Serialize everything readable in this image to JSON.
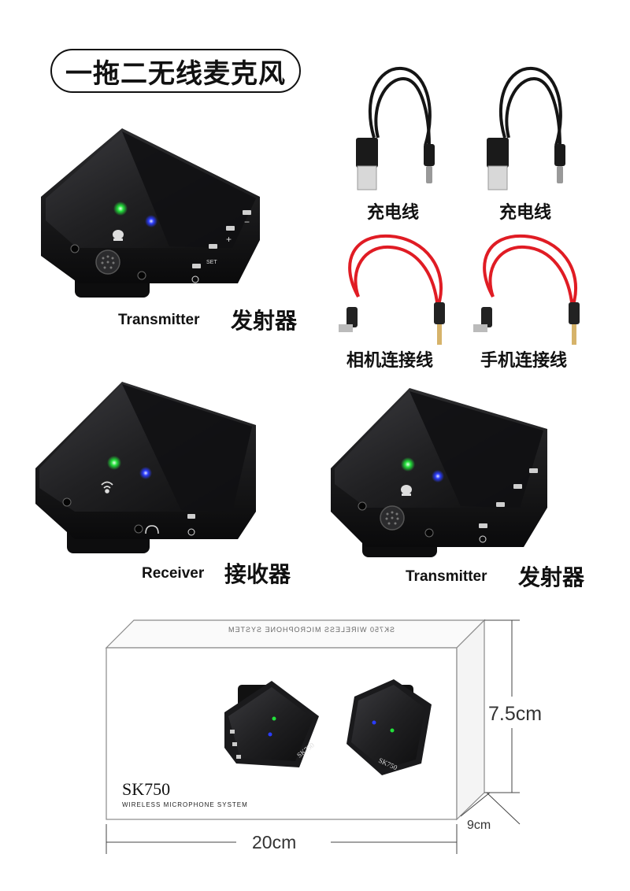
{
  "title": "一拖二无线麦克风",
  "devices": {
    "tx1": {
      "label_en": "Transmitter",
      "label_cn": "发射器"
    },
    "rx": {
      "label_en": "Receiver",
      "label_cn": "接收器"
    },
    "tx2": {
      "label_en": "Transmitter",
      "label_cn": "发射器"
    }
  },
  "accessories": [
    {
      "label": "充电线"
    },
    {
      "label": "充电线"
    },
    {
      "label": "相机连接线"
    },
    {
      "label": "手机连接线"
    }
  ],
  "device_buttons": {
    "set": "SET",
    "plus": "+",
    "minus": "−"
  },
  "box": {
    "brand": "SK750",
    "subtitle": "Wireless Microphone System",
    "flipped_text": "SK750 WIRELESS MICROPHONE SYSTEM",
    "product_label": "SK750",
    "height": "7.5cm",
    "width": "20cm",
    "depth": "9cm"
  },
  "colors": {
    "led_green": "#22e03a",
    "led_blue": "#2a3cff",
    "cable_red": "#e01c24",
    "device_body": "#1b1b1d"
  }
}
